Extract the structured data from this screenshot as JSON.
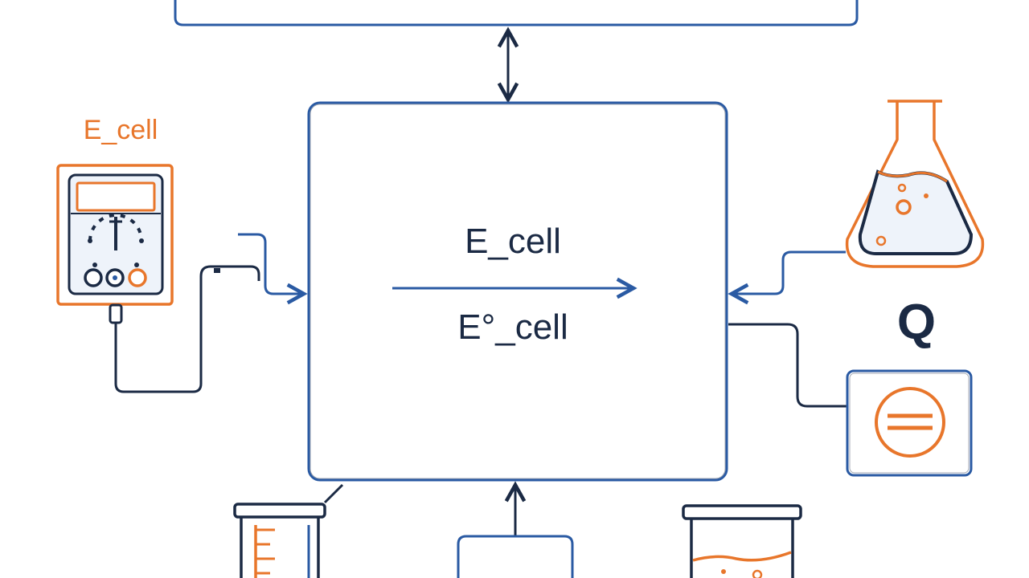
{
  "meter_label": "E_cell",
  "center": {
    "top_label": "E_cell",
    "bottom_label": "E°_cell"
  },
  "q_label": "Q",
  "colors": {
    "navy": "#1b2a44",
    "blue": "#2a5aa3",
    "orange": "#e8762b",
    "background": "#ffffff"
  }
}
